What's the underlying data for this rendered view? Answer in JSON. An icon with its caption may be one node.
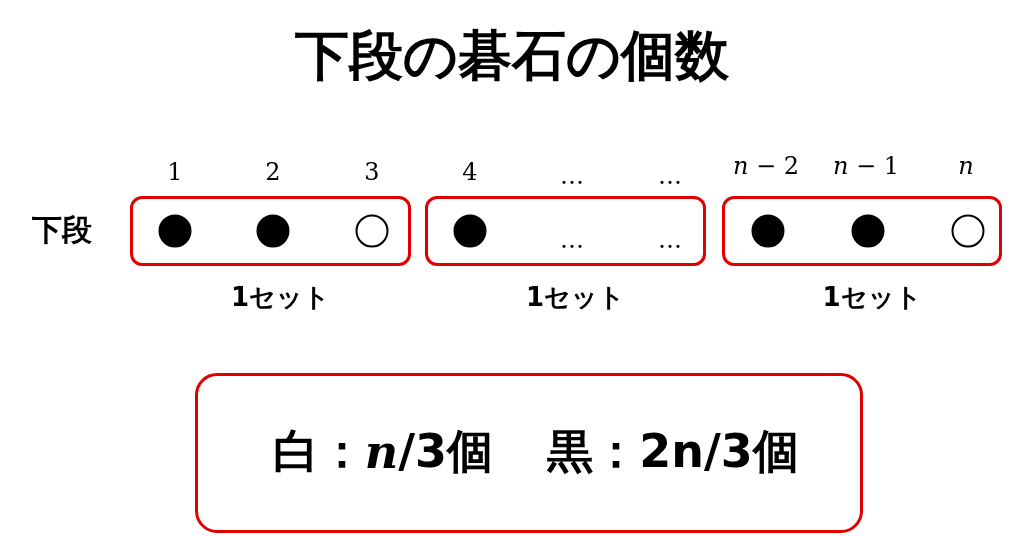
{
  "diagram": {
    "title": "下段の碁石の個数",
    "nodes": [
      {
        "text": [],
        "shape": "box",
        "beside": [
          "1セット"
        ]
      },
      {
        "text": [],
        "shape": "box",
        "beside": [
          "1セット"
        ]
      },
      {
        "text": [],
        "shape": "box",
        "beside": [
          "1セット"
        ]
      },
      {
        "text": [
          "白：*n*/3個",
          "黒：2n/3個"
        ]
      }
    ],
    "edges": [],
    "labels": [
      "1",
      "2",
      "3",
      "4",
      "…",
      "…",
      "*n* − 2",
      "*n* − 1",
      "*n*",
      "下段",
      "…",
      "…"
    ]
  }
}
